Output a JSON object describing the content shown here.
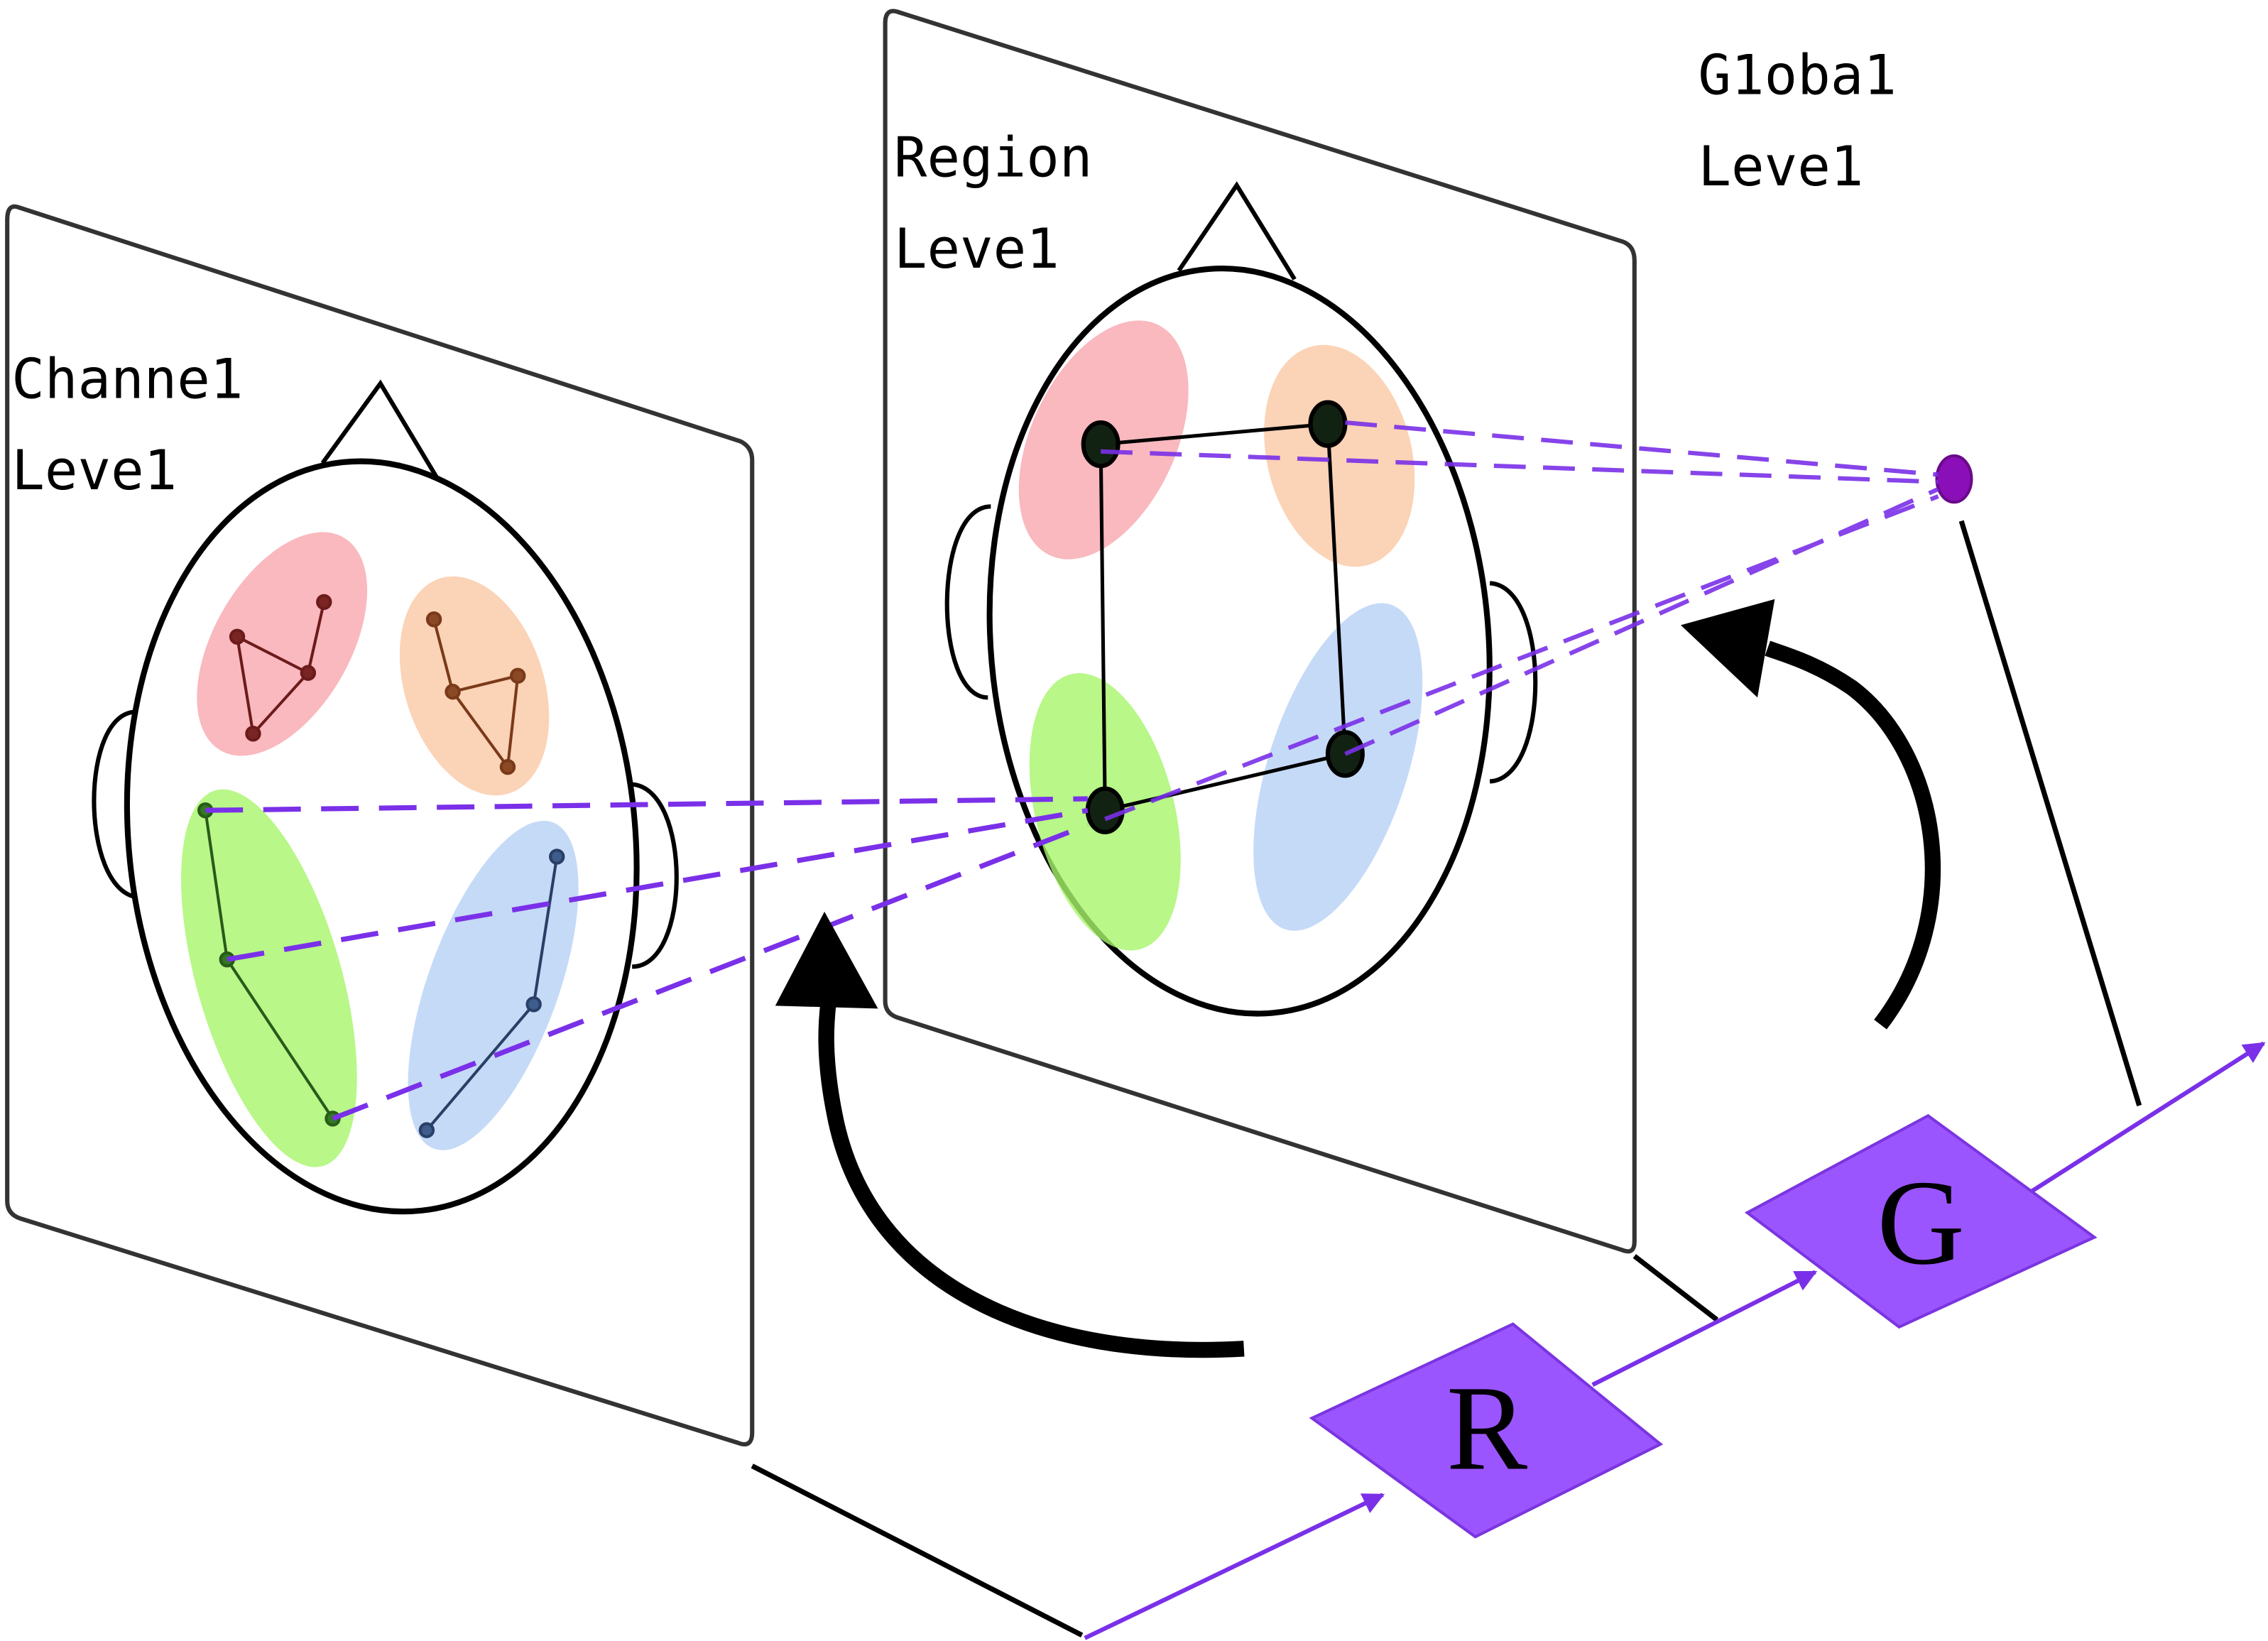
{
  "labels": {
    "channel_level": [
      "Channe1",
      "Leve1"
    ],
    "region_level": [
      "Region",
      "Leve1"
    ],
    "global_level": [
      "G1oba1",
      "Leve1"
    ]
  },
  "nodes": {
    "region_box": "R",
    "global_box": "G"
  },
  "colors": {
    "frontal_left": "#f7a1a8",
    "frontal_right": "#fac49e",
    "temporal_left": "#a6f56a",
    "temporal_right": "#b7d1f5",
    "purple": "#7a30e8",
    "purple_box": "#9b55ff",
    "global_node": "#8b0fb8",
    "outline": "#000000"
  }
}
